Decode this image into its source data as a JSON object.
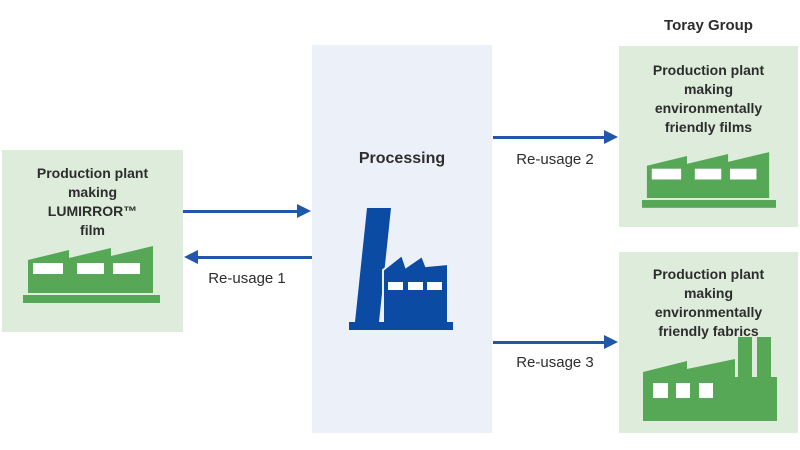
{
  "diagram": {
    "group_label": "Toray Group",
    "nodes": {
      "left_plant": {
        "label": "Production plant\nmaking\nLUMIRROR™\nfilm",
        "icon": "factory-icon"
      },
      "processing": {
        "label": "Processing",
        "icon": "factory-with-chimney-icon"
      },
      "films_plant": {
        "label": "Production plant\nmaking\nenvironmentally\nfriendly films",
        "icon": "factory-icon"
      },
      "fabrics_plant": {
        "label": "Production plant\nmaking\nenvironmentally\nfriendly fabrics",
        "icon": "factory-with-two-chimneys-icon"
      }
    },
    "flows": {
      "to_processing": {
        "from": "left_plant",
        "to": "processing",
        "label": ""
      },
      "reusage1": {
        "from": "processing",
        "to": "left_plant",
        "label": "Re-usage 1"
      },
      "reusage2": {
        "from": "processing",
        "to": "films_plant",
        "label": "Re-usage 2"
      },
      "reusage3": {
        "from": "processing",
        "to": "fabrics_plant",
        "label": "Re-usage 3"
      }
    },
    "colors": {
      "plant_box_bg": "#ddecdb",
      "processing_box_bg": "#ecf1f9",
      "factory_green": "#56a857",
      "factory_blue": "#0c4ba3",
      "arrow_blue": "#2156a8",
      "text": "#2d2d2d"
    }
  }
}
